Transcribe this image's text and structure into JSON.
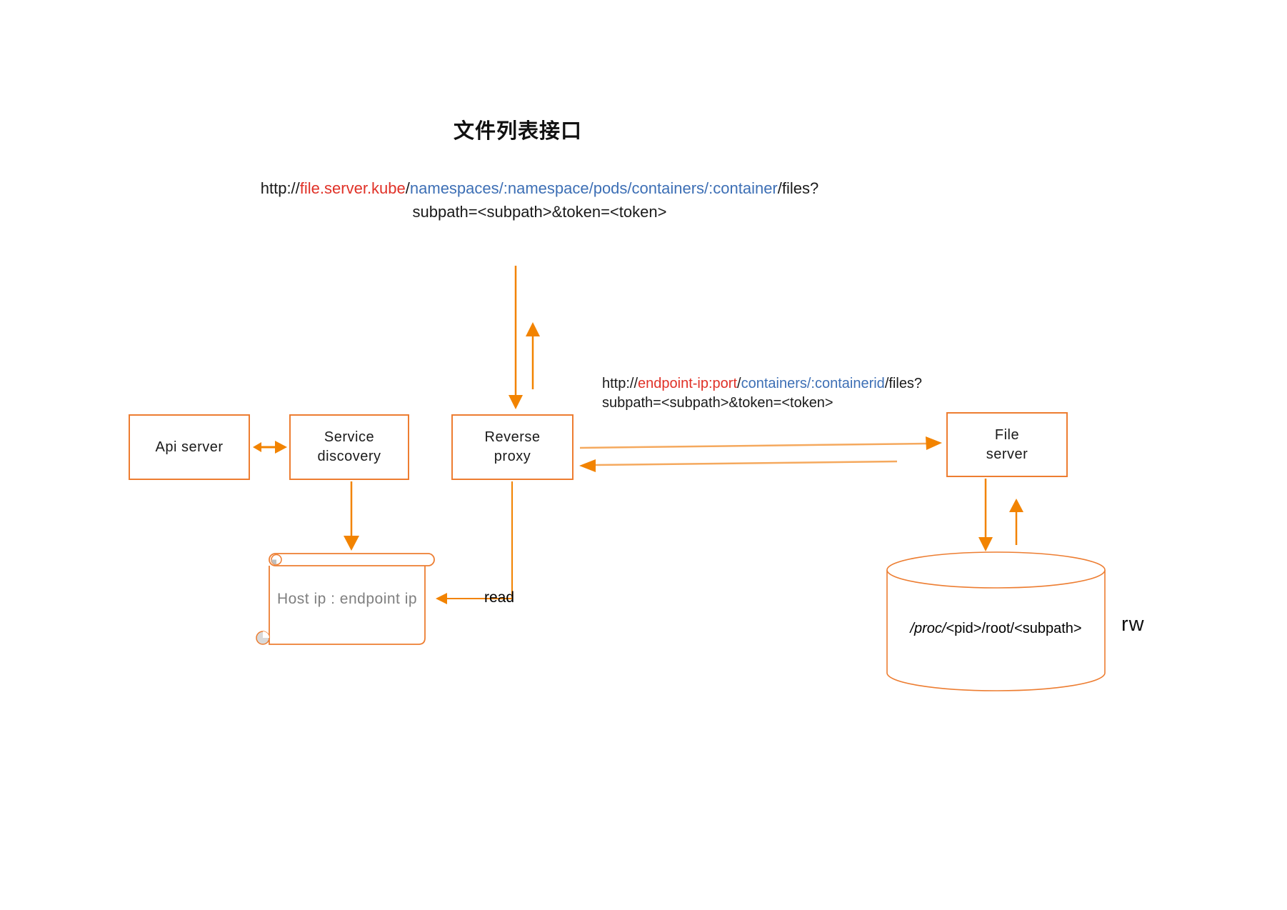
{
  "title": "文件列表接口",
  "colors": {
    "orange_border": "#ED7D31",
    "orange_arrow": "#F28300",
    "orange_light": "#F5A95E",
    "url_red": "#E03127",
    "url_blue": "#3D6FB5",
    "gray_text": "#7F7F7F"
  },
  "url_top": {
    "segments": [
      {
        "text": "http://",
        "color": "black"
      },
      {
        "text": "file.server.kube",
        "color": "red"
      },
      {
        "text": "/",
        "color": "black"
      },
      {
        "text": "namespaces/:namespace/pods/containers/:container",
        "color": "blue"
      },
      {
        "text": "/files?",
        "color": "black"
      }
    ],
    "line2": "subpath=<subpath>&token=<token>"
  },
  "url_endpoint": {
    "segments": [
      {
        "text": "http://",
        "color": "black"
      },
      {
        "text": "endpoint-ip:port",
        "color": "red"
      },
      {
        "text": "/",
        "color": "black"
      },
      {
        "text": "containers/:containerid",
        "color": "blue"
      },
      {
        "text": "/files?",
        "color": "black"
      }
    ],
    "line2": "subpath=<subpath>&token=<token>"
  },
  "nodes": {
    "api_server": {
      "label": "Api server"
    },
    "service_discovery": {
      "line1": "Service",
      "line2": "discovery"
    },
    "reverse_proxy": {
      "line1": "Reverse",
      "line2": "proxy"
    },
    "file_server": {
      "line1": "File",
      "line2": "server"
    }
  },
  "scroll": {
    "label": "Host ip : endpoint ip"
  },
  "cylinder": {
    "path_italic": "/proc/",
    "path_rest": "<pid>/root/<subpath>"
  },
  "labels": {
    "read": "read",
    "rw": "rw"
  }
}
